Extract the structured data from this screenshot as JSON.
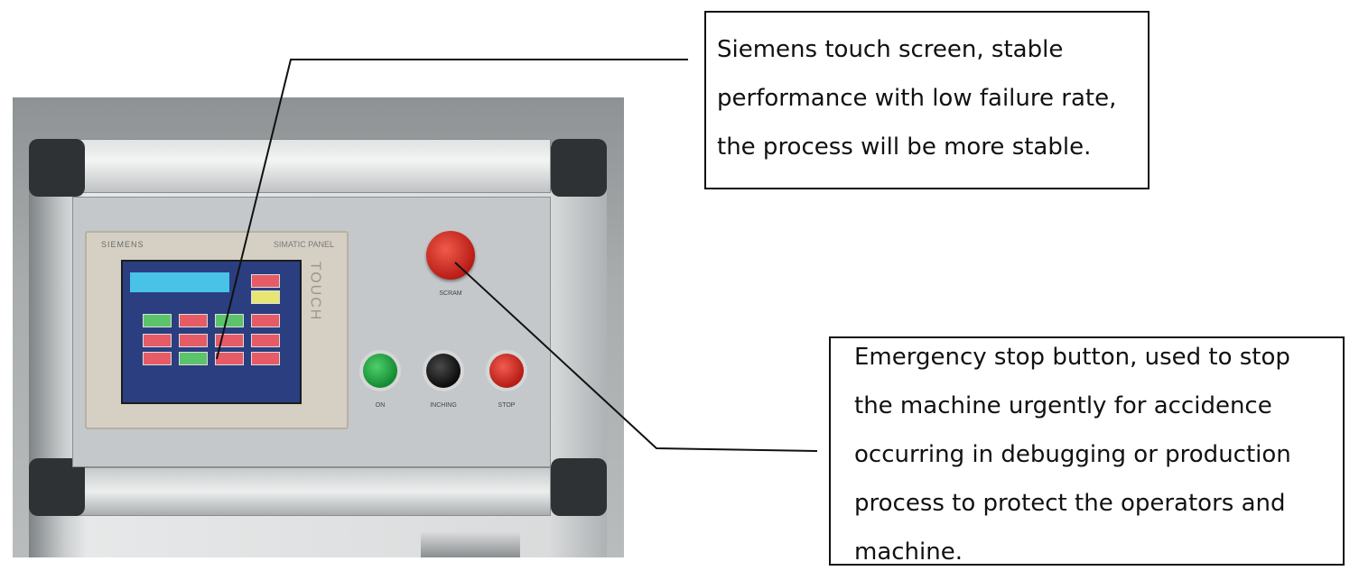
{
  "callouts": {
    "touch_screen": "Siemens touch screen, stable performance with low failure rate, the process will be more stable.",
    "emergency_stop": "Emergency stop button, used to stop the machine urgently for accidence occurring in debugging or production process to protect the operators and machine."
  },
  "photo": {
    "hmi_brand": "SIEMENS",
    "hmi_model": "SIMATIC PANEL",
    "hmi_touch_label": "TOUCH",
    "scram_label": "SCRAM",
    "on_label": "ON",
    "inching_label": "INCHING",
    "stop_label": "STOP"
  },
  "colors": {
    "scram": "#c0221a",
    "on": "#1f9e3e",
    "inching": "#1a1a1a",
    "stop": "#c0221a",
    "screen": "#2b3f80"
  }
}
